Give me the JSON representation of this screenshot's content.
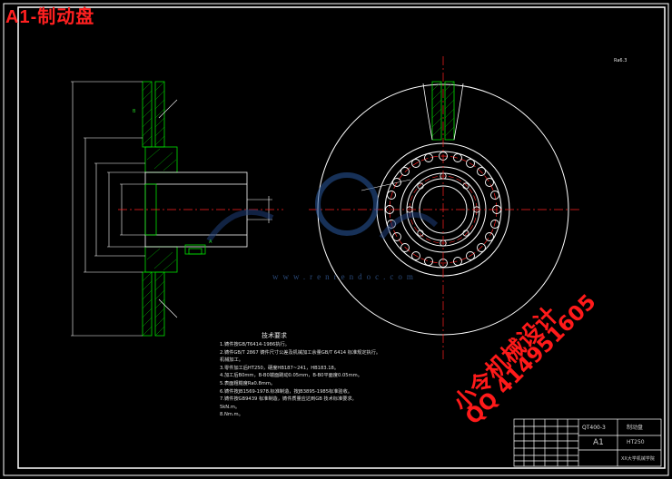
{
  "header": {
    "title": "A1-制动盘"
  },
  "watermark": {
    "line1": "小令机械设计",
    "line2": "QQ 414951605",
    "site": "www.renrendoc.com"
  },
  "tech_requirements": {
    "title": "技术要求",
    "items": [
      "1.铸件按GB/T6414-1986执行。",
      "2.铸件GB/T 2867 铸件尺寸公差及机械加工余量GB/T 6414 标准规定执行。",
      "机械加工。",
      "3.零件加工后HT250，硬度HB187~241，HB183.18。",
      "4.加工后B0mm，B-B0端面跳动0.05mm，B-B0平面度0.05mm。",
      "5.表面粗糙度Ra0.8mm。",
      "6.铸件按JB1569-1978.标准制造，按JB3895-1985标准验收。",
      "7.铸件按GB9439 标准制造，铸件质量应达到GB 技术标准要求。",
      "5kN.m。",
      "8.Nm.m。"
    ]
  },
  "title_block": {
    "drawing_no": "QT400-3",
    "part_name": "制动盘",
    "scale": "A1",
    "school": "XX大学机械学院",
    "material": "HT250"
  },
  "notes": {
    "corner": "Ra6.3",
    "dim_a": "A",
    "dim_b": "B"
  },
  "colors": {
    "background": "#000000",
    "outline": "#ffffff",
    "section": "#00ff00",
    "centerline": "#ff2020",
    "hatch": "#00c000",
    "watermark": "#ff1a1a"
  }
}
